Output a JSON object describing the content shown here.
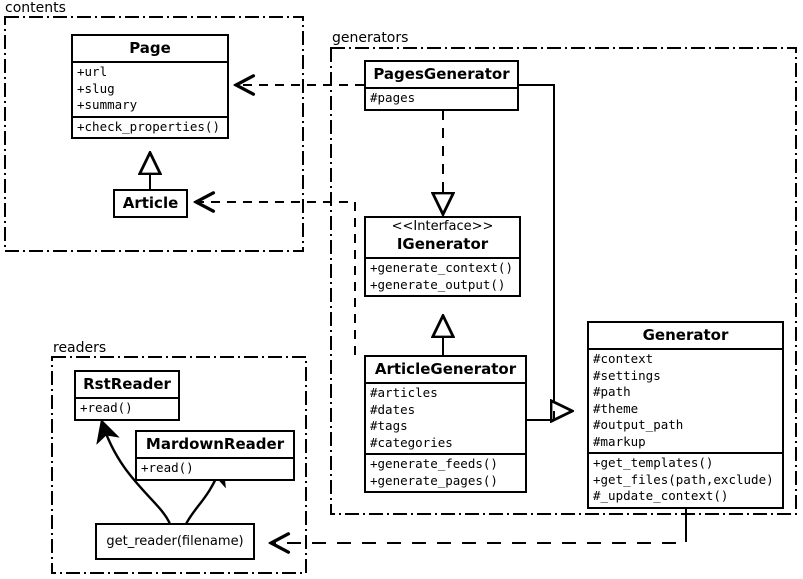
{
  "diagram": {
    "type": "uml-class-diagram",
    "packages": [
      {
        "name": "contents",
        "label": "contents"
      },
      {
        "name": "generators",
        "label": "generators"
      },
      {
        "name": "readers",
        "label": "readers"
      }
    ],
    "classes": [
      {
        "id": "page",
        "name": "Page",
        "stereotype": "",
        "package": "contents",
        "attributes": [
          "+url",
          "+slug",
          "+summary"
        ],
        "methods": [
          "+check_properties()"
        ]
      },
      {
        "id": "article",
        "name": "Article",
        "stereotype": "",
        "package": "contents",
        "attributes": [],
        "methods": []
      },
      {
        "id": "pagesgenerator",
        "name": "PagesGenerator",
        "stereotype": "",
        "package": "generators",
        "attributes": [
          "#pages"
        ],
        "methods": []
      },
      {
        "id": "igenerator",
        "name": "IGenerator",
        "stereotype": "<<Interface>>",
        "package": "generators",
        "attributes": [],
        "methods": [
          "+generate_context()",
          "+generate_output()"
        ]
      },
      {
        "id": "articlegenerator",
        "name": "ArticleGenerator",
        "stereotype": "",
        "package": "generators",
        "attributes": [
          "#articles",
          "#dates",
          "#tags",
          "#categories"
        ],
        "methods": [
          "+generate_feeds()",
          "+generate_pages()"
        ]
      },
      {
        "id": "generator",
        "name": "Generator",
        "stereotype": "",
        "package": "generators",
        "attributes": [
          "#context",
          "#settings",
          "#path",
          "#theme",
          "#output_path",
          "#markup"
        ],
        "methods": [
          "+get_templates()",
          "+get_files(path,exclude)",
          "#_update_context()"
        ]
      },
      {
        "id": "rstreader",
        "name": "RstReader",
        "stereotype": "",
        "package": "readers",
        "attributes": [],
        "methods": [
          "+read()"
        ]
      },
      {
        "id": "mardownreader",
        "name": "MardownReader",
        "stereotype": "",
        "package": "readers",
        "attributes": [],
        "methods": [
          "+read()"
        ]
      }
    ],
    "functions": [
      {
        "id": "get_reader",
        "label": "get_reader(filename)",
        "package": "readers"
      }
    ],
    "relations": [
      {
        "from": "article",
        "to": "page",
        "kind": "generalization"
      },
      {
        "from": "pagesgenerator",
        "to": "page",
        "kind": "dependency"
      },
      {
        "from": "pagesgenerator",
        "to": "igenerator",
        "kind": "realization"
      },
      {
        "from": "articlegenerator",
        "to": "igenerator",
        "kind": "generalization"
      },
      {
        "from": "articlegenerator",
        "to": "generator",
        "kind": "generalization"
      },
      {
        "from": "pagesgenerator",
        "to": "generator",
        "kind": "generalization"
      },
      {
        "from": "articlegenerator",
        "to": "article",
        "kind": "dependency"
      },
      {
        "from": "generator",
        "to": "get_reader",
        "kind": "dependency"
      }
    ],
    "colors": {
      "stroke": "#000000",
      "background": "#ffffff"
    }
  }
}
